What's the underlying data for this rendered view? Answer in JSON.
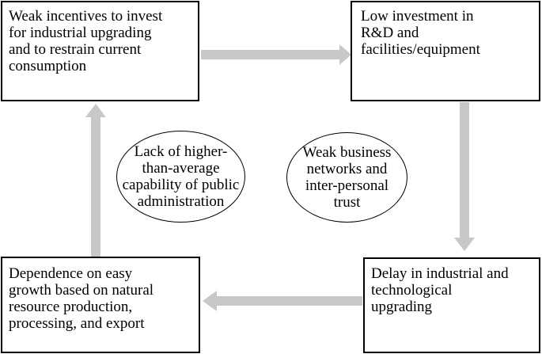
{
  "diagram": {
    "boxes": {
      "top_left": {
        "lines": [
          "Weak incentives to invest",
          "for industrial upgrading",
          "and to restrain current",
          "consumption"
        ]
      },
      "top_right": {
        "lines": [
          "Low investment in",
          "R&D and",
          "facilities/equipment"
        ]
      },
      "bottom_right": {
        "lines": [
          "Delay in industrial and",
          "technological",
          "upgrading"
        ]
      },
      "bottom_left": {
        "lines": [
          "Dependence on easy",
          "growth based on natural",
          "resource production,",
          "processing, and export"
        ]
      }
    },
    "ellipses": {
      "left": {
        "lines": [
          "Lack of higher-",
          "than-average",
          "capability of public",
          "administration"
        ]
      },
      "right": {
        "lines": [
          "Weak business",
          "networks and",
          "inter-personal",
          "trust"
        ]
      }
    },
    "arrow_color": "#c8c8c8"
  }
}
